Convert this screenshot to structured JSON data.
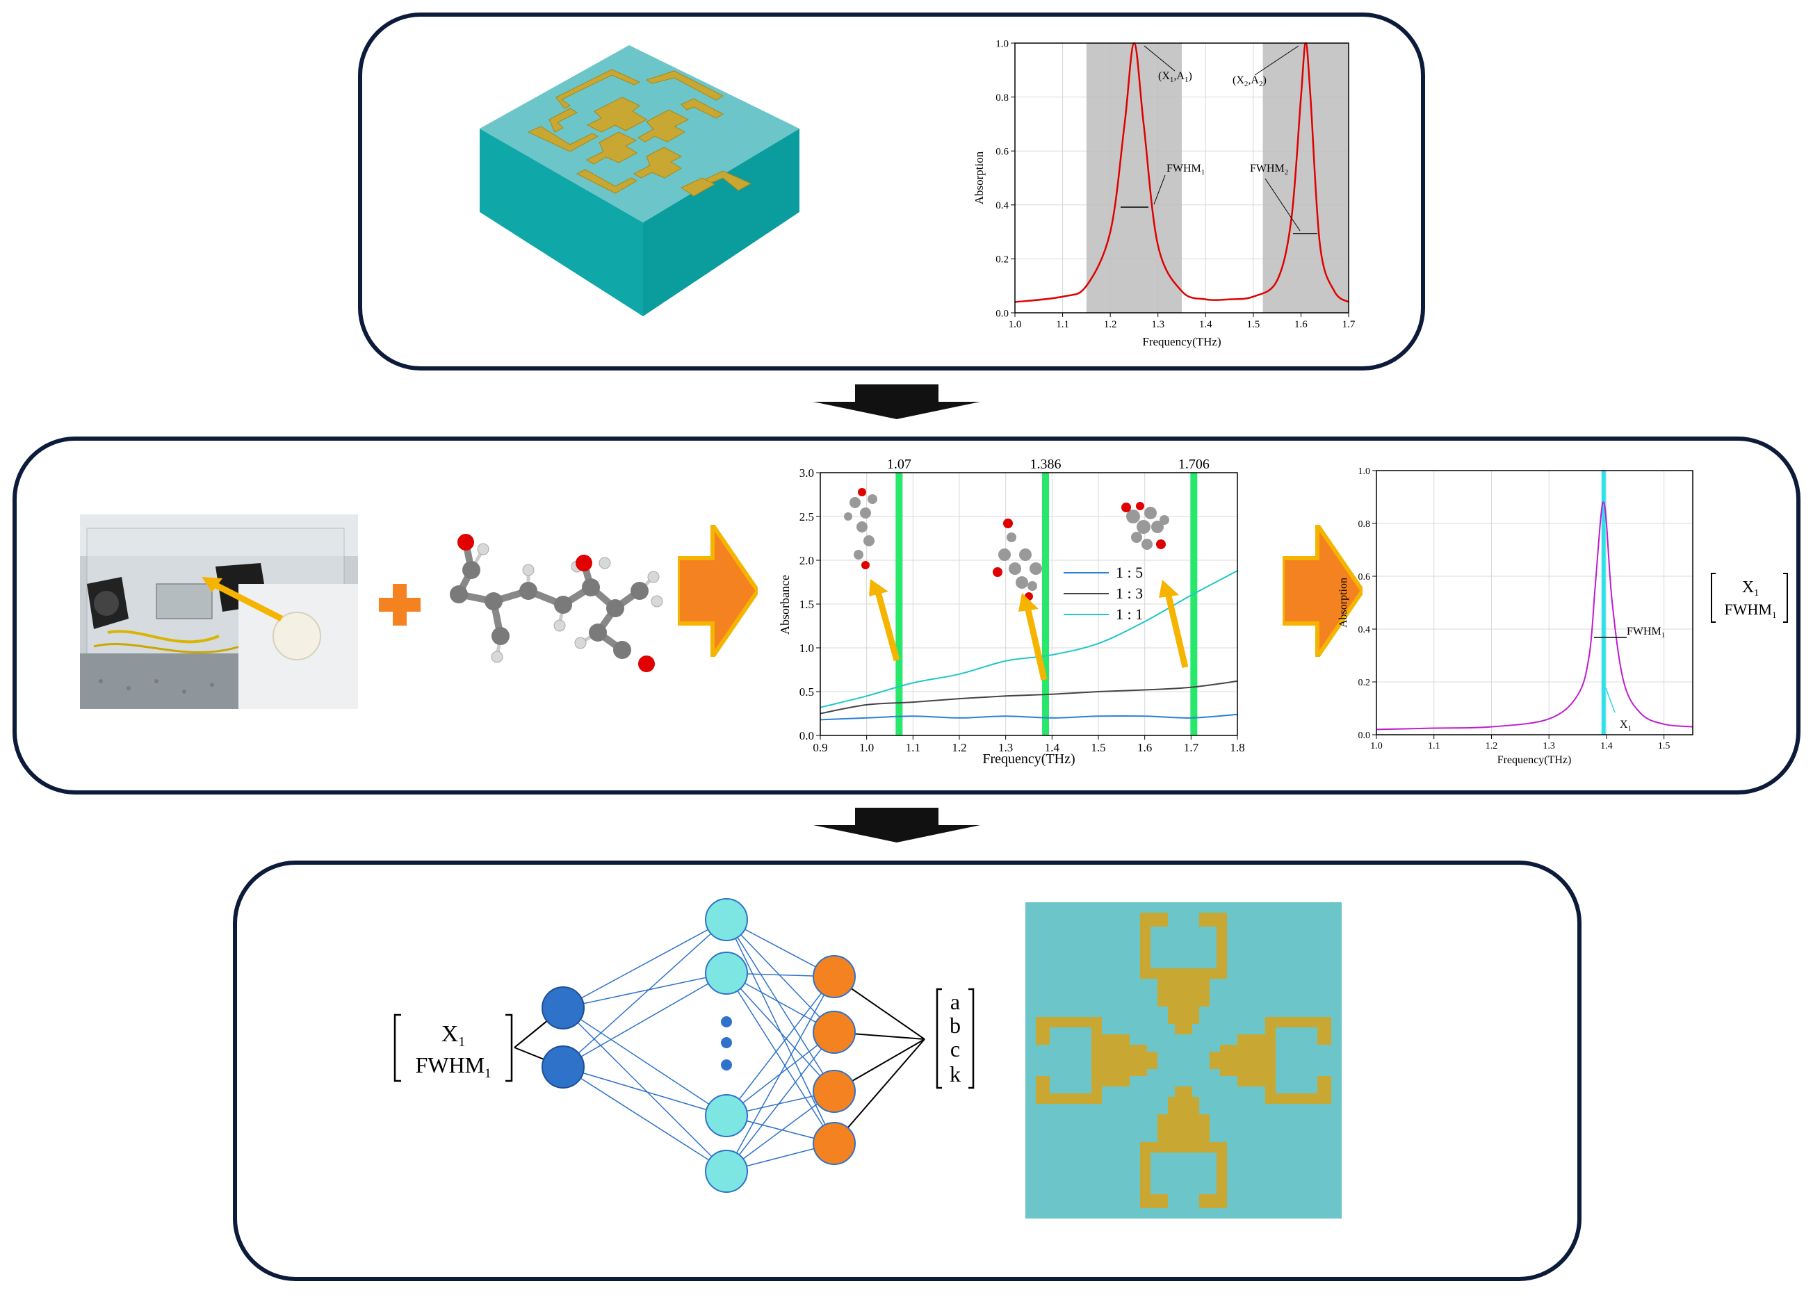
{
  "top_chart": {
    "ylabel": "Absorption",
    "xlabel": "Frequency(THz)",
    "xticks": [
      "1.0",
      "1.1",
      "1.2",
      "1.3",
      "1.4",
      "1.5",
      "1.6",
      "1.7"
    ],
    "yticks": [
      "0.0",
      "0.2",
      "0.4",
      "0.6",
      "0.8",
      "1.0"
    ],
    "annot_peak1": "(X1,A1)",
    "annot_peak2": "(X2,A2)",
    "annot_fwhm1": "FWHM1",
    "annot_fwhm2": "FWHM2"
  },
  "mid_chart": {
    "ylabel": "Absorbance",
    "xlabel": "Frequency(THz)",
    "xticks": [
      "0.9",
      "1.0",
      "1.1",
      "1.2",
      "1.3",
      "1.4",
      "1.5",
      "1.6",
      "1.7",
      "1.8"
    ],
    "yticks": [
      "0.0",
      "0.5",
      "1.0",
      "1.5",
      "2.0",
      "2.5",
      "3.0"
    ],
    "marker_labels": [
      "1.07",
      "1.386",
      "1.706"
    ],
    "legend": [
      "1 : 5",
      "1 : 3",
      "1 : 1"
    ]
  },
  "right_chart": {
    "ylabel": "Absorption",
    "xlabel": "Frequency(THz)",
    "xticks": [
      "1.0",
      "1.1",
      "1.2",
      "1.3",
      "1.4",
      "1.5"
    ],
    "yticks": [
      "0.0",
      "0.2",
      "0.4",
      "0.6",
      "0.8",
      "1.0"
    ],
    "annot_fwhm": "FWHM1",
    "annot_x": "X1"
  },
  "vector_in": [
    "X1",
    "FWHM1"
  ],
  "vector_out": [
    "a",
    "b",
    "c",
    "k"
  ],
  "colors": {
    "panel_border": "#0d1b3a",
    "substrate": "#6cc5c8",
    "gold": "#c8a832",
    "arrow_orange": "#f58220",
    "arrow_yellow": "#f5b400",
    "marker_green": "#27e86a",
    "input_node": "#2f72c9",
    "hidden_node": "#7ee6e2",
    "output_node": "#f58220"
  },
  "chart_data": [
    {
      "type": "line",
      "title": "",
      "xlabel": "Frequency(THz)",
      "ylabel": "Absorption",
      "xlim": [
        1.0,
        1.7
      ],
      "ylim": [
        0.0,
        1.0
      ],
      "series": [
        {
          "x": [
            1.0,
            1.1,
            1.15,
            1.2,
            1.23,
            1.25,
            1.27,
            1.3,
            1.35,
            1.4,
            1.45,
            1.5,
            1.55,
            1.58,
            1.6,
            1.61,
            1.62,
            1.64,
            1.67,
            1.7
          ],
          "y": [
            0.04,
            0.06,
            0.1,
            0.3,
            0.7,
            1.0,
            0.7,
            0.25,
            0.08,
            0.05,
            0.05,
            0.06,
            0.12,
            0.35,
            0.8,
            1.0,
            0.8,
            0.25,
            0.08,
            0.04
          ]
        }
      ],
      "shaded_bands": [
        [
          1.15,
          1.35
        ],
        [
          1.52,
          1.7
        ]
      ],
      "peaks": [
        [
          1.25,
          1.0
        ],
        [
          1.61,
          1.0
        ]
      ]
    },
    {
      "type": "line",
      "title": "",
      "xlabel": "Frequency(THz)",
      "ylabel": "Absorbance",
      "xlim": [
        0.9,
        1.8
      ],
      "ylim": [
        0.0,
        3.0
      ],
      "vertical_markers": [
        1.07,
        1.386,
        1.706
      ],
      "series": [
        {
          "name": "1 : 5",
          "x": [
            0.9,
            1.0,
            1.1,
            1.2,
            1.3,
            1.4,
            1.5,
            1.6,
            1.7,
            1.8
          ],
          "y": [
            0.18,
            0.2,
            0.22,
            0.2,
            0.22,
            0.2,
            0.22,
            0.22,
            0.2,
            0.24
          ]
        },
        {
          "name": "1 : 3",
          "x": [
            0.9,
            1.0,
            1.1,
            1.2,
            1.3,
            1.4,
            1.5,
            1.6,
            1.7,
            1.8
          ],
          "y": [
            0.25,
            0.35,
            0.38,
            0.42,
            0.45,
            0.47,
            0.5,
            0.52,
            0.55,
            0.62
          ]
        },
        {
          "name": "1 : 1",
          "x": [
            0.9,
            1.0,
            1.1,
            1.2,
            1.3,
            1.4,
            1.5,
            1.6,
            1.7,
            1.8
          ],
          "y": [
            0.32,
            0.45,
            0.6,
            0.7,
            0.85,
            0.92,
            1.05,
            1.3,
            1.6,
            1.88
          ]
        }
      ]
    },
    {
      "type": "line",
      "title": "",
      "xlabel": "Frequency(THz)",
      "ylabel": "Absorption",
      "xlim": [
        1.0,
        1.55
      ],
      "ylim": [
        0.0,
        1.0
      ],
      "vertical_markers": [
        1.395
      ],
      "series": [
        {
          "x": [
            1.0,
            1.1,
            1.2,
            1.3,
            1.35,
            1.37,
            1.38,
            1.39,
            1.395,
            1.4,
            1.41,
            1.43,
            1.46,
            1.5,
            1.55
          ],
          "y": [
            0.02,
            0.025,
            0.03,
            0.06,
            0.15,
            0.3,
            0.55,
            0.82,
            0.88,
            0.8,
            0.5,
            0.2,
            0.08,
            0.04,
            0.03
          ]
        }
      ]
    }
  ]
}
